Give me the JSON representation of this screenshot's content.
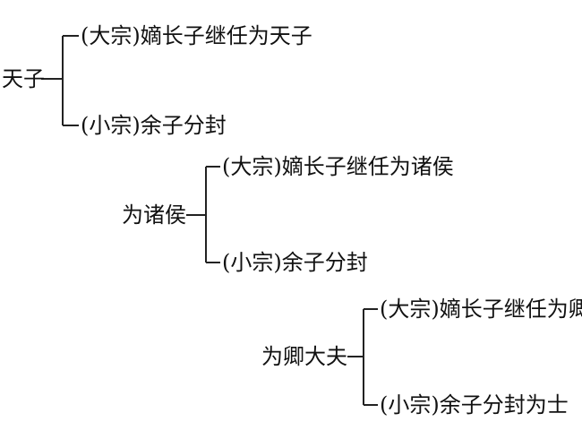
{
  "diagram": {
    "levels": [
      {
        "root": "天子",
        "upper_branch": "(大宗)嫡长子继任为天子",
        "lower_branch": "(小宗)余子分封"
      },
      {
        "root": "为诸侯",
        "upper_branch": "(大宗)嫡长子继任为诸侯",
        "lower_branch": "(小宗)余子分封"
      },
      {
        "root": "为卿大夫",
        "upper_branch": "(大宗)嫡长子继任为卿大夫",
        "lower_branch": "(小宗)余子分封为士"
      }
    ],
    "line_color": "#222222",
    "text_color": "#111111"
  }
}
